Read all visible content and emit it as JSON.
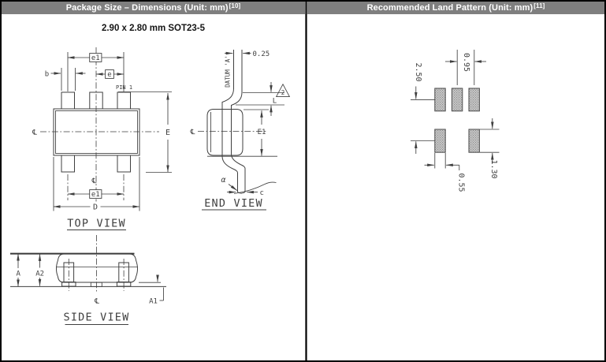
{
  "headers": {
    "left": {
      "text": "Package Size – Dimensions (Unit: mm)",
      "sup": "[10]"
    },
    "right": {
      "text": "Recommended Land Pattern (Unit: mm)",
      "sup": "[11]"
    }
  },
  "package": {
    "title": "2.90 x 2.80 mm SOT23-5"
  },
  "top_view": {
    "title": "TOP VIEW",
    "e1": "e1",
    "e": "e",
    "b": "b",
    "pin1": "PIN 1",
    "E": "E",
    "D": "D",
    "cl": "℄"
  },
  "end_view": {
    "title": "END VIEW",
    "datum": "DATUM 'A'",
    "lead_offset": "0.25",
    "flag": "2",
    "L": "L",
    "E1": "E1",
    "alpha": "α",
    "c": "c",
    "cl": "℄"
  },
  "side_view": {
    "title": "SIDE VIEW",
    "A": "A",
    "A2": "A2",
    "A1": "A1",
    "cl": "℄"
  },
  "land_pattern": {
    "pad_pitch_x": "0.95",
    "row_pitch": "2.50",
    "pad_height": "1.30",
    "pad_width": "0.55"
  },
  "colors": {
    "header_bg": "#7f7f7f",
    "header_text": "#ffffff",
    "line": "#3f3f3f",
    "pad_fill": "#cbcbcb",
    "pad_dot": "#8d8d8d",
    "frame": "#000000"
  }
}
